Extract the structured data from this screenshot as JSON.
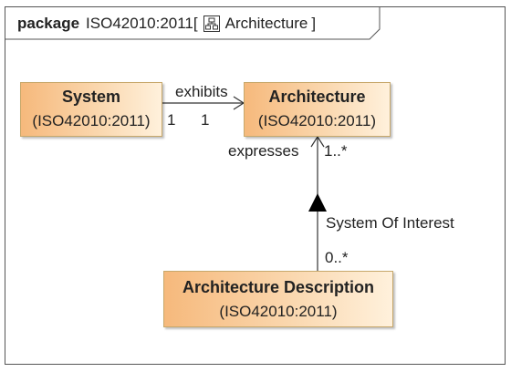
{
  "package": {
    "keyword": "package",
    "name": "ISO42010:2011",
    "bracket_open": "[",
    "diagram_icon": "diagram-icon",
    "diagram_name": "Architecture",
    "bracket_close": "]"
  },
  "blocks": {
    "system": {
      "name": "System",
      "stereotype": "(ISO42010:2011)"
    },
    "architecture": {
      "name": "Architecture",
      "stereotype": "(ISO42010:2011)"
    },
    "architecture_description": {
      "name": "Architecture Description",
      "stereotype": "(ISO42010:2011)"
    }
  },
  "associations": {
    "exhibits": {
      "label": "exhibits",
      "source_mult": "1",
      "target_mult": "1"
    },
    "expresses": {
      "label": "expresses",
      "target_mult": "1..*"
    },
    "system_of_interest": {
      "label": "System Of Interest",
      "source_mult": "0..*"
    }
  },
  "colors": {
    "block_fill_start": "#f6b97c",
    "block_fill_end": "#fff1dc",
    "block_border": "#c7a86b",
    "line": "#333333"
  }
}
